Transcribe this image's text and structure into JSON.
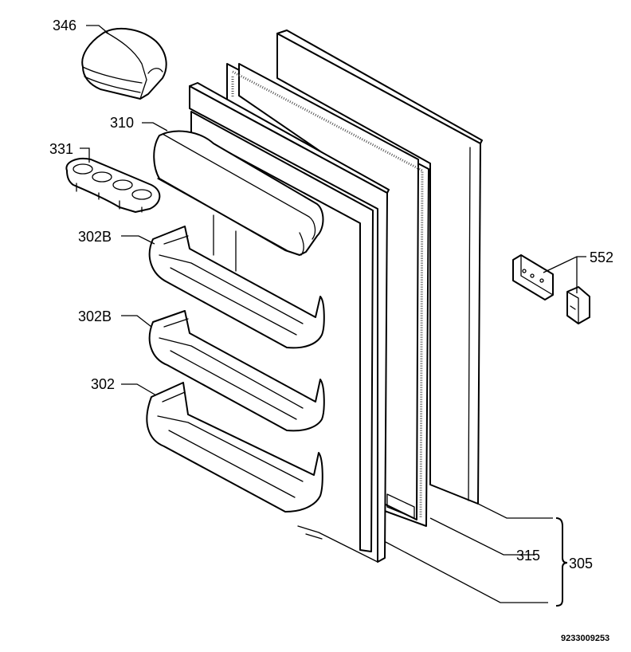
{
  "diagram": {
    "drawing_number": "9233009253",
    "parts": [
      {
        "key": "egg_cover",
        "label": "346"
      },
      {
        "key": "butter_compartment",
        "label": "310"
      },
      {
        "key": "egg_tray",
        "label": "331"
      },
      {
        "key": "door_shelf_upper",
        "label": "302B"
      },
      {
        "key": "door_shelf_middle",
        "label": "302B"
      },
      {
        "key": "door_shelf_lower",
        "label": "302"
      },
      {
        "key": "hinge_kit",
        "label": "552"
      },
      {
        "key": "door_gasket",
        "label": "315"
      },
      {
        "key": "door_assembly",
        "label": "305"
      }
    ]
  }
}
